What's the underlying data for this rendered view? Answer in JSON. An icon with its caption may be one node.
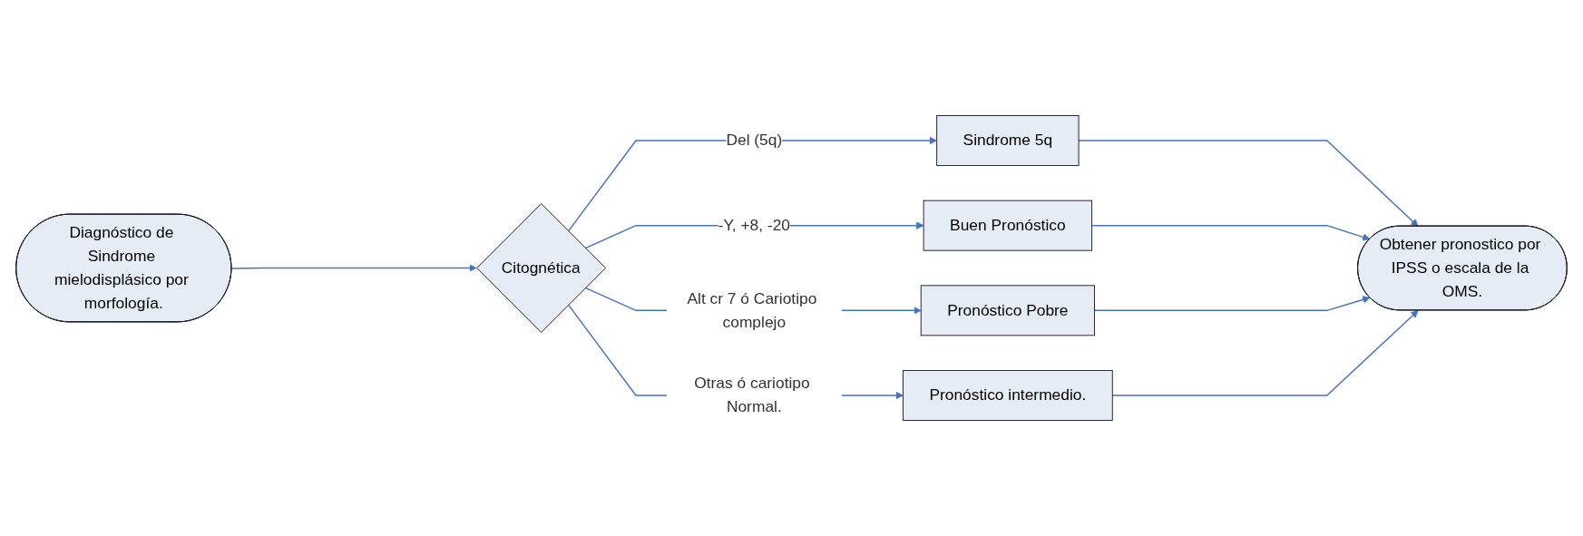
{
  "diagram": {
    "nodes": [
      {
        "text": [
          "Diagnóstico de Sindrome mielodisplásico por morfología."
        ]
      },
      {
        "text": [
          "Citognética"
        ]
      },
      {
        "text": [
          "Sindrome 5q"
        ]
      },
      {
        "text": [
          "Buen Pronóstico"
        ]
      },
      {
        "text": [
          "Pronóstico Pobre"
        ]
      },
      {
        "text": [
          "Pronóstico intermedio."
        ]
      },
      {
        "text": [
          "Obtener pronostico por IPSS o escala de la OMS."
        ]
      }
    ],
    "edges": [
      {
        "from": 0,
        "to": 1,
        "arrow": "to"
      },
      {
        "from": 1,
        "to": 2,
        "arrow": "to",
        "label": "Del (5q)"
      },
      {
        "from": 1,
        "to": 3,
        "arrow": "to",
        "label": "-Y, +8, -20"
      },
      {
        "from": 1,
        "to": 4,
        "arrow": "to",
        "label": "Alt cr 7 ó Cariotipo complejo"
      },
      {
        "from": 1,
        "to": 5,
        "arrow": "to",
        "label": "Otras ó cariotipo Normal."
      },
      {
        "from": 2,
        "to": 6,
        "arrow": "to"
      },
      {
        "from": 3,
        "to": 6,
        "arrow": "to"
      },
      {
        "from": 4,
        "to": 6,
        "arrow": "to"
      },
      {
        "from": 5,
        "to": 6,
        "arrow": "to"
      }
    ]
  }
}
